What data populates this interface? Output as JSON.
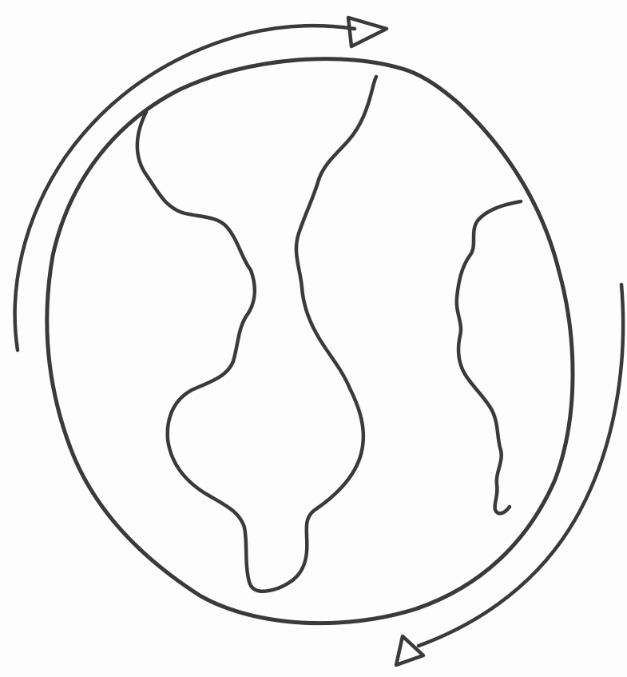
{
  "drawing": {
    "subject": "globe-sketch",
    "rotation_direction": "clockwise",
    "ink_color": "#3a3a3a",
    "paper_color": "#fdfdfd",
    "elements": [
      {
        "name": "globe-outline-icon",
        "kind": "outline"
      },
      {
        "name": "continent-west-icon",
        "kind": "landmass"
      },
      {
        "name": "continent-east-icon",
        "kind": "landmass"
      },
      {
        "name": "rotation-arrow-top-icon",
        "kind": "arrow"
      },
      {
        "name": "rotation-arrow-bottom-icon",
        "kind": "arrow"
      }
    ]
  }
}
